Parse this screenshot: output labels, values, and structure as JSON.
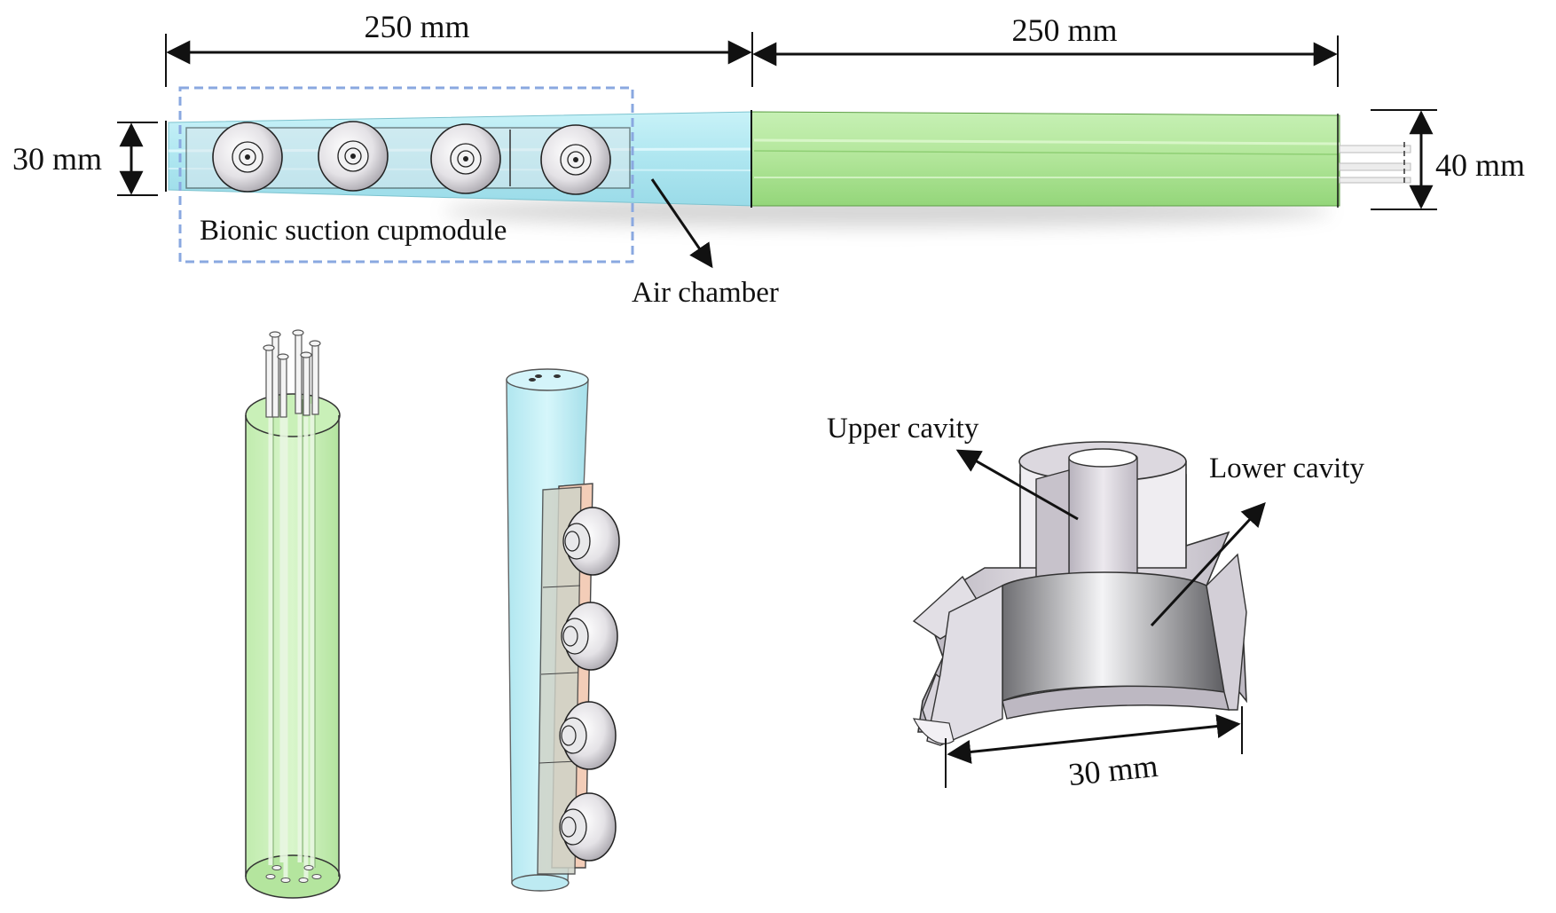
{
  "labels": {
    "dim_left_length": "250 mm",
    "dim_right_length": "250 mm",
    "dim_left_diameter": "30 mm",
    "dim_right_diameter": "40 mm",
    "suction_module": "Bionic suction cupmodule",
    "air_chamber": "Air chamber",
    "upper_cavity": "Upper cavity",
    "lower_cavity": "Lower cavity",
    "cup_diameter": "30 mm"
  },
  "colors": {
    "air_chamber": "#bfeef5",
    "green_section": "#bfeaaa",
    "module_frame": "#8aa8e0",
    "cup_gray": "#c9c4cc",
    "backplate_orange": "#f3cdb8"
  }
}
